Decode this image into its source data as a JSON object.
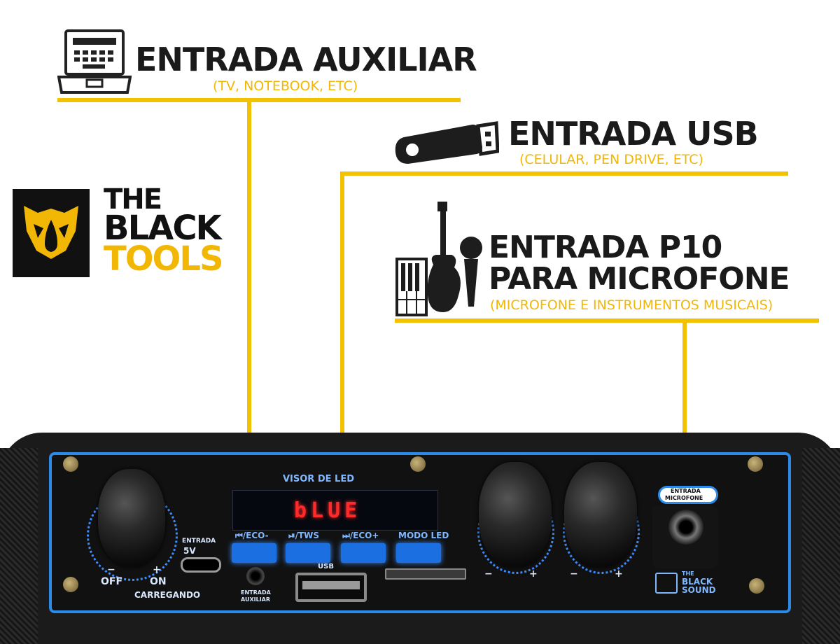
{
  "aux": {
    "title": "ENTRADA AUXILIAR",
    "subtitle": "(TV, NOTEBOOK, ETC)",
    "icon": "laptop-icon"
  },
  "usb": {
    "title": "ENTRADA USB",
    "subtitle": "(CELULAR, PEN DRIVE, ETC)",
    "icon": "usb-drive-icon"
  },
  "p10": {
    "title_line1": "ENTRADA P10",
    "title_line2": "PARA MICROFONE",
    "subtitle": "(MICROFONE E INSTRUMENTOS MUSICAIS)",
    "icon": "instruments-icon"
  },
  "brand": {
    "line1": "THE",
    "line2": "BLACK",
    "line3": "TOOLS",
    "icon": "rhino-logo-icon"
  },
  "panel": {
    "visor": "VISOR DE LED",
    "display": "bLUE",
    "buttons": [
      "⏮/ECO-",
      "⏯/TWS",
      "⏭/ECO+",
      "MODO LED"
    ],
    "entrada_5v_line1": "ENTRADA",
    "entrada_5v_line2": "5V",
    "off": "OFF",
    "minus": "−",
    "plus": "+",
    "on": "ON",
    "carregando": "CARREGANDO",
    "usb": "USB",
    "aux_line1": "ENTRADA",
    "aux_line2": "AUXILIAR",
    "mic_badge_line1": "ENTRADA",
    "mic_badge_line2": "MICROFONE",
    "sound_line1": "THE",
    "sound_line2": "BLACK",
    "sound_line3": "SOUND"
  },
  "colors": {
    "accent": "#f2c200",
    "panel_blue": "#1c6fe0",
    "led_red": "#ff2a2a"
  }
}
